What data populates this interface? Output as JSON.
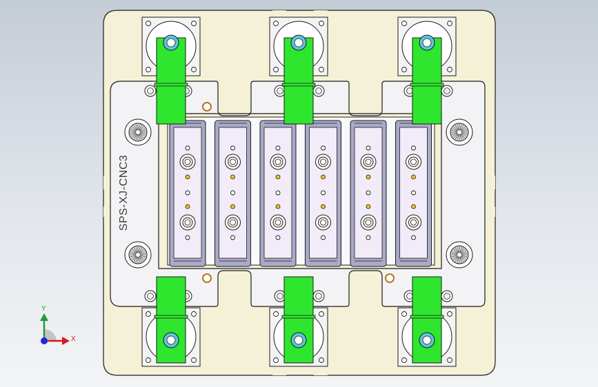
{
  "part": {
    "engraving_text": "SPS-XJ-CNC3"
  },
  "triad": {
    "y_label": "Y",
    "x_label": "X"
  },
  "colors": {
    "background_top": "#c4ccd6",
    "background_bottom": "#f3f4f6",
    "base_plate": "#f5f1d6",
    "frame": "#f3f3f6",
    "clamp": "#2fe62f",
    "cylinder_body": "#f3f3f3",
    "cylinder_piston": "#5cc6dc",
    "carrier_rail": "#a9a9c8",
    "carrier_pad": "#f1ecf8",
    "pin_gold": "#f0c419",
    "outline": "#1a1a1a"
  },
  "icons": [
    "clamp-cylinder-icon",
    "knurled-knob-icon",
    "locating-pin-icon",
    "coordinate-triad-icon"
  ],
  "counts": {
    "clamps": 6,
    "carrier_slots": 6,
    "knurled_knobs": 4
  }
}
